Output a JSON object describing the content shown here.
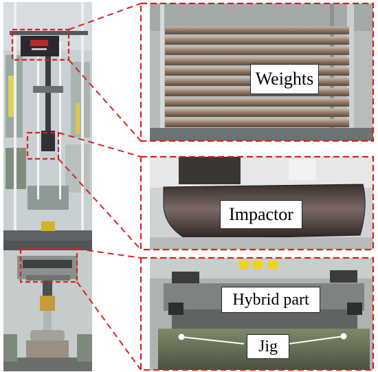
{
  "figure": {
    "labels": {
      "weights": "Weights",
      "impactor": "Impactor",
      "hybrid_part": "Hybrid part",
      "jig": "Jig"
    },
    "colors": {
      "callout_red": "#d92020",
      "label_border": "#222222"
    },
    "panels": [
      {
        "id": "machine-photo",
        "content": "drop-weight impact test machine"
      },
      {
        "id": "weights-detail",
        "content": "stacked weight plates"
      },
      {
        "id": "impactor-detail",
        "content": "curved impactor head"
      },
      {
        "id": "specimen-detail",
        "content": "hybrid part on jig"
      }
    ]
  }
}
